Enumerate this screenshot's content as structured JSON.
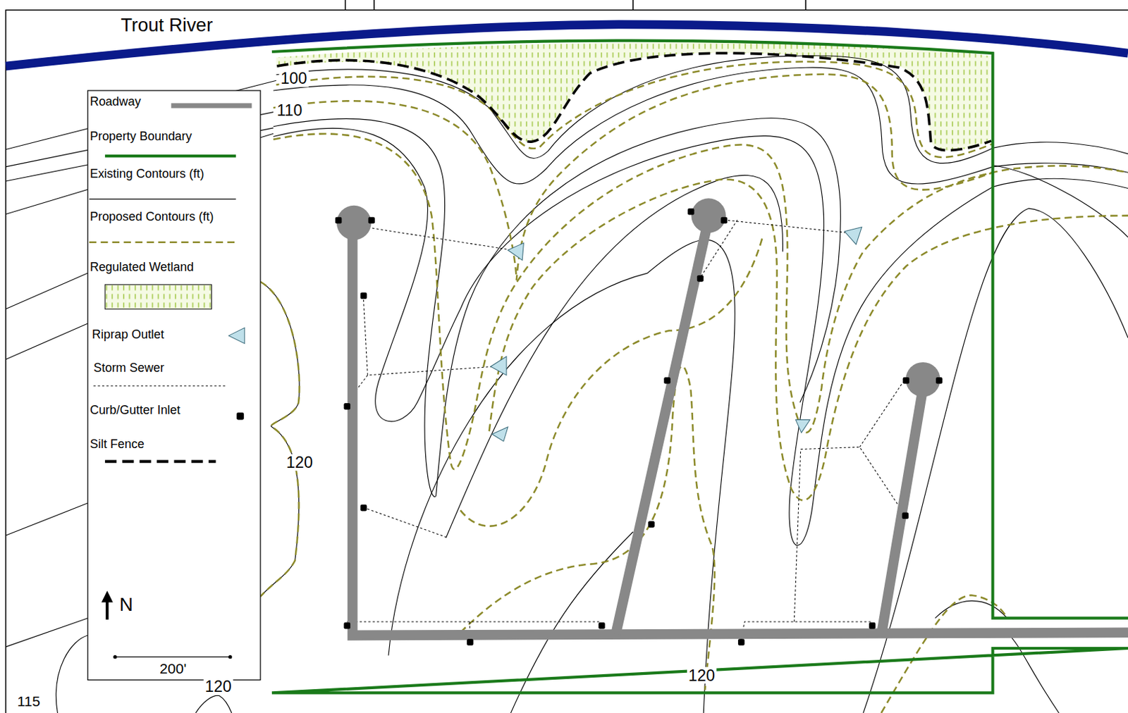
{
  "diagram": {
    "labels": [
      "Trout River",
      "100",
      "110",
      "120",
      "120",
      "120",
      "115",
      "N",
      "200'"
    ],
    "legend": [
      {
        "text": "Roadway"
      },
      {
        "text": "Property Boundary"
      },
      {
        "text": "Existing Contours (ft)"
      },
      {
        "text": "Proposed Contours (ft)"
      },
      {
        "text": "Regulated Wetland"
      },
      {
        "text": "Riprap Outlet"
      },
      {
        "text": "Storm Sewer"
      },
      {
        "text": "Curb/Gutter Inlet"
      },
      {
        "text": "Silt Fence"
      }
    ]
  }
}
